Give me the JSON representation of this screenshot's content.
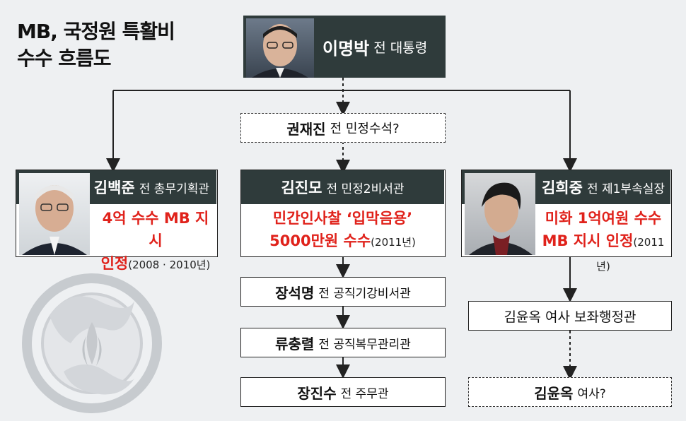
{
  "title": {
    "line1": "MB, 국정원 특활비",
    "line2": "수수 흐름도"
  },
  "top": {
    "name": "이명박",
    "role": "전 대통령"
  },
  "mid": {
    "name": "권재진",
    "role": "전 민정수석?"
  },
  "left": {
    "name": "김백준",
    "role": "전 총무기획관",
    "line1": "4억 수수 MB 지시",
    "line2": "인정",
    "year": "(2008 · 2010년)"
  },
  "center": {
    "name": "김진모",
    "role": "전 민정2비서관",
    "line1": "민간인사찰 ‘입막음용’",
    "line2": "5000만원 수수",
    "year": "(2011년)"
  },
  "right": {
    "name": "김희중",
    "role": "전 제1부속실장",
    "line1": "미화 1억여원 수수",
    "line2": "MB 지시 인정",
    "year": "(2011년)"
  },
  "chain": [
    {
      "name": "장석명",
      "role": "전 공직기강비서관"
    },
    {
      "name": "류충렬",
      "role": "전 공직복무관리관"
    },
    {
      "name": "장진수",
      "role": "전 주무관"
    }
  ],
  "aide": {
    "text": "김윤옥 여사 보좌행정관"
  },
  "wife": {
    "name": "김윤옥",
    "role": "여사?"
  },
  "colors": {
    "header": "#2f3b3b",
    "accent": "#e0221b",
    "background": "#eef0f2"
  }
}
